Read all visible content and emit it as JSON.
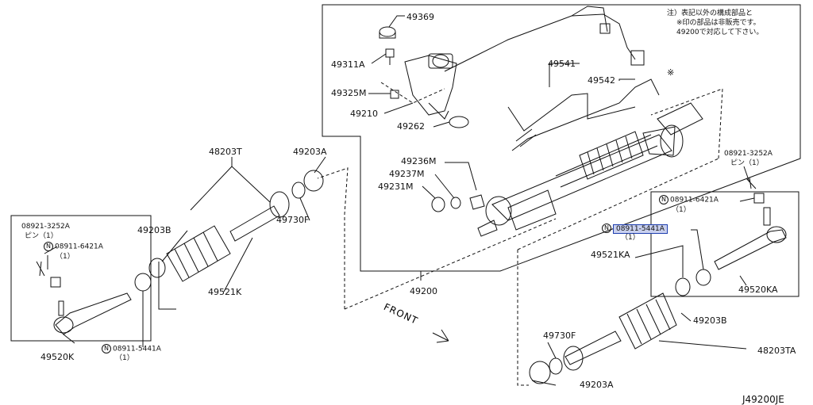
{
  "diagram_id": "J49200JE",
  "note": [
    "注）表記以外の構成部品と",
    "※印の部品は非販売です。",
    "49200で対応して下さい。"
  ],
  "asterisk_mark": "※",
  "direction_label": "FRONT",
  "parts": {
    "p49369": "49369",
    "p49311A": "49311A",
    "p49325M": "49325M",
    "p49210": "49210",
    "p49262": "49262",
    "p49541": "49541",
    "p49542": "49542",
    "p48203T": "48203T",
    "p49203A_top": "49203A",
    "p49236M": "49236M",
    "p49237M": "49237M",
    "p49231M": "49231M",
    "p49203B_left": "49203B",
    "p49730F_left": "49730F",
    "p49521K": "49521K",
    "p49200": "49200",
    "p08921_left": "08921-3252A",
    "pin_left": "ピン（1）",
    "p08911_6421_left": "08911-6421A",
    "qty_6421_left": "（1）",
    "p49520K": "49520K",
    "p08911_5441_left": "08911-5441A",
    "qty_5441_left": "（1）",
    "p08921_right": "08921-3252A",
    "pin_right": "ピン（1）",
    "p08911_6421_right": "08911-6421A",
    "qty_6421_right": "（1）",
    "p08911_5441_right": "08911-5441A",
    "qty_5441_right": "（1）",
    "p49520KA": "49520KA",
    "p49521KA": "49521KA",
    "p49203B_right": "49203B",
    "p49730F_right": "49730F",
    "p48203TA": "48203TA",
    "p49203A_bottom": "49203A"
  },
  "nut_symbol": "N",
  "highlight_color": "#c9d0ee"
}
